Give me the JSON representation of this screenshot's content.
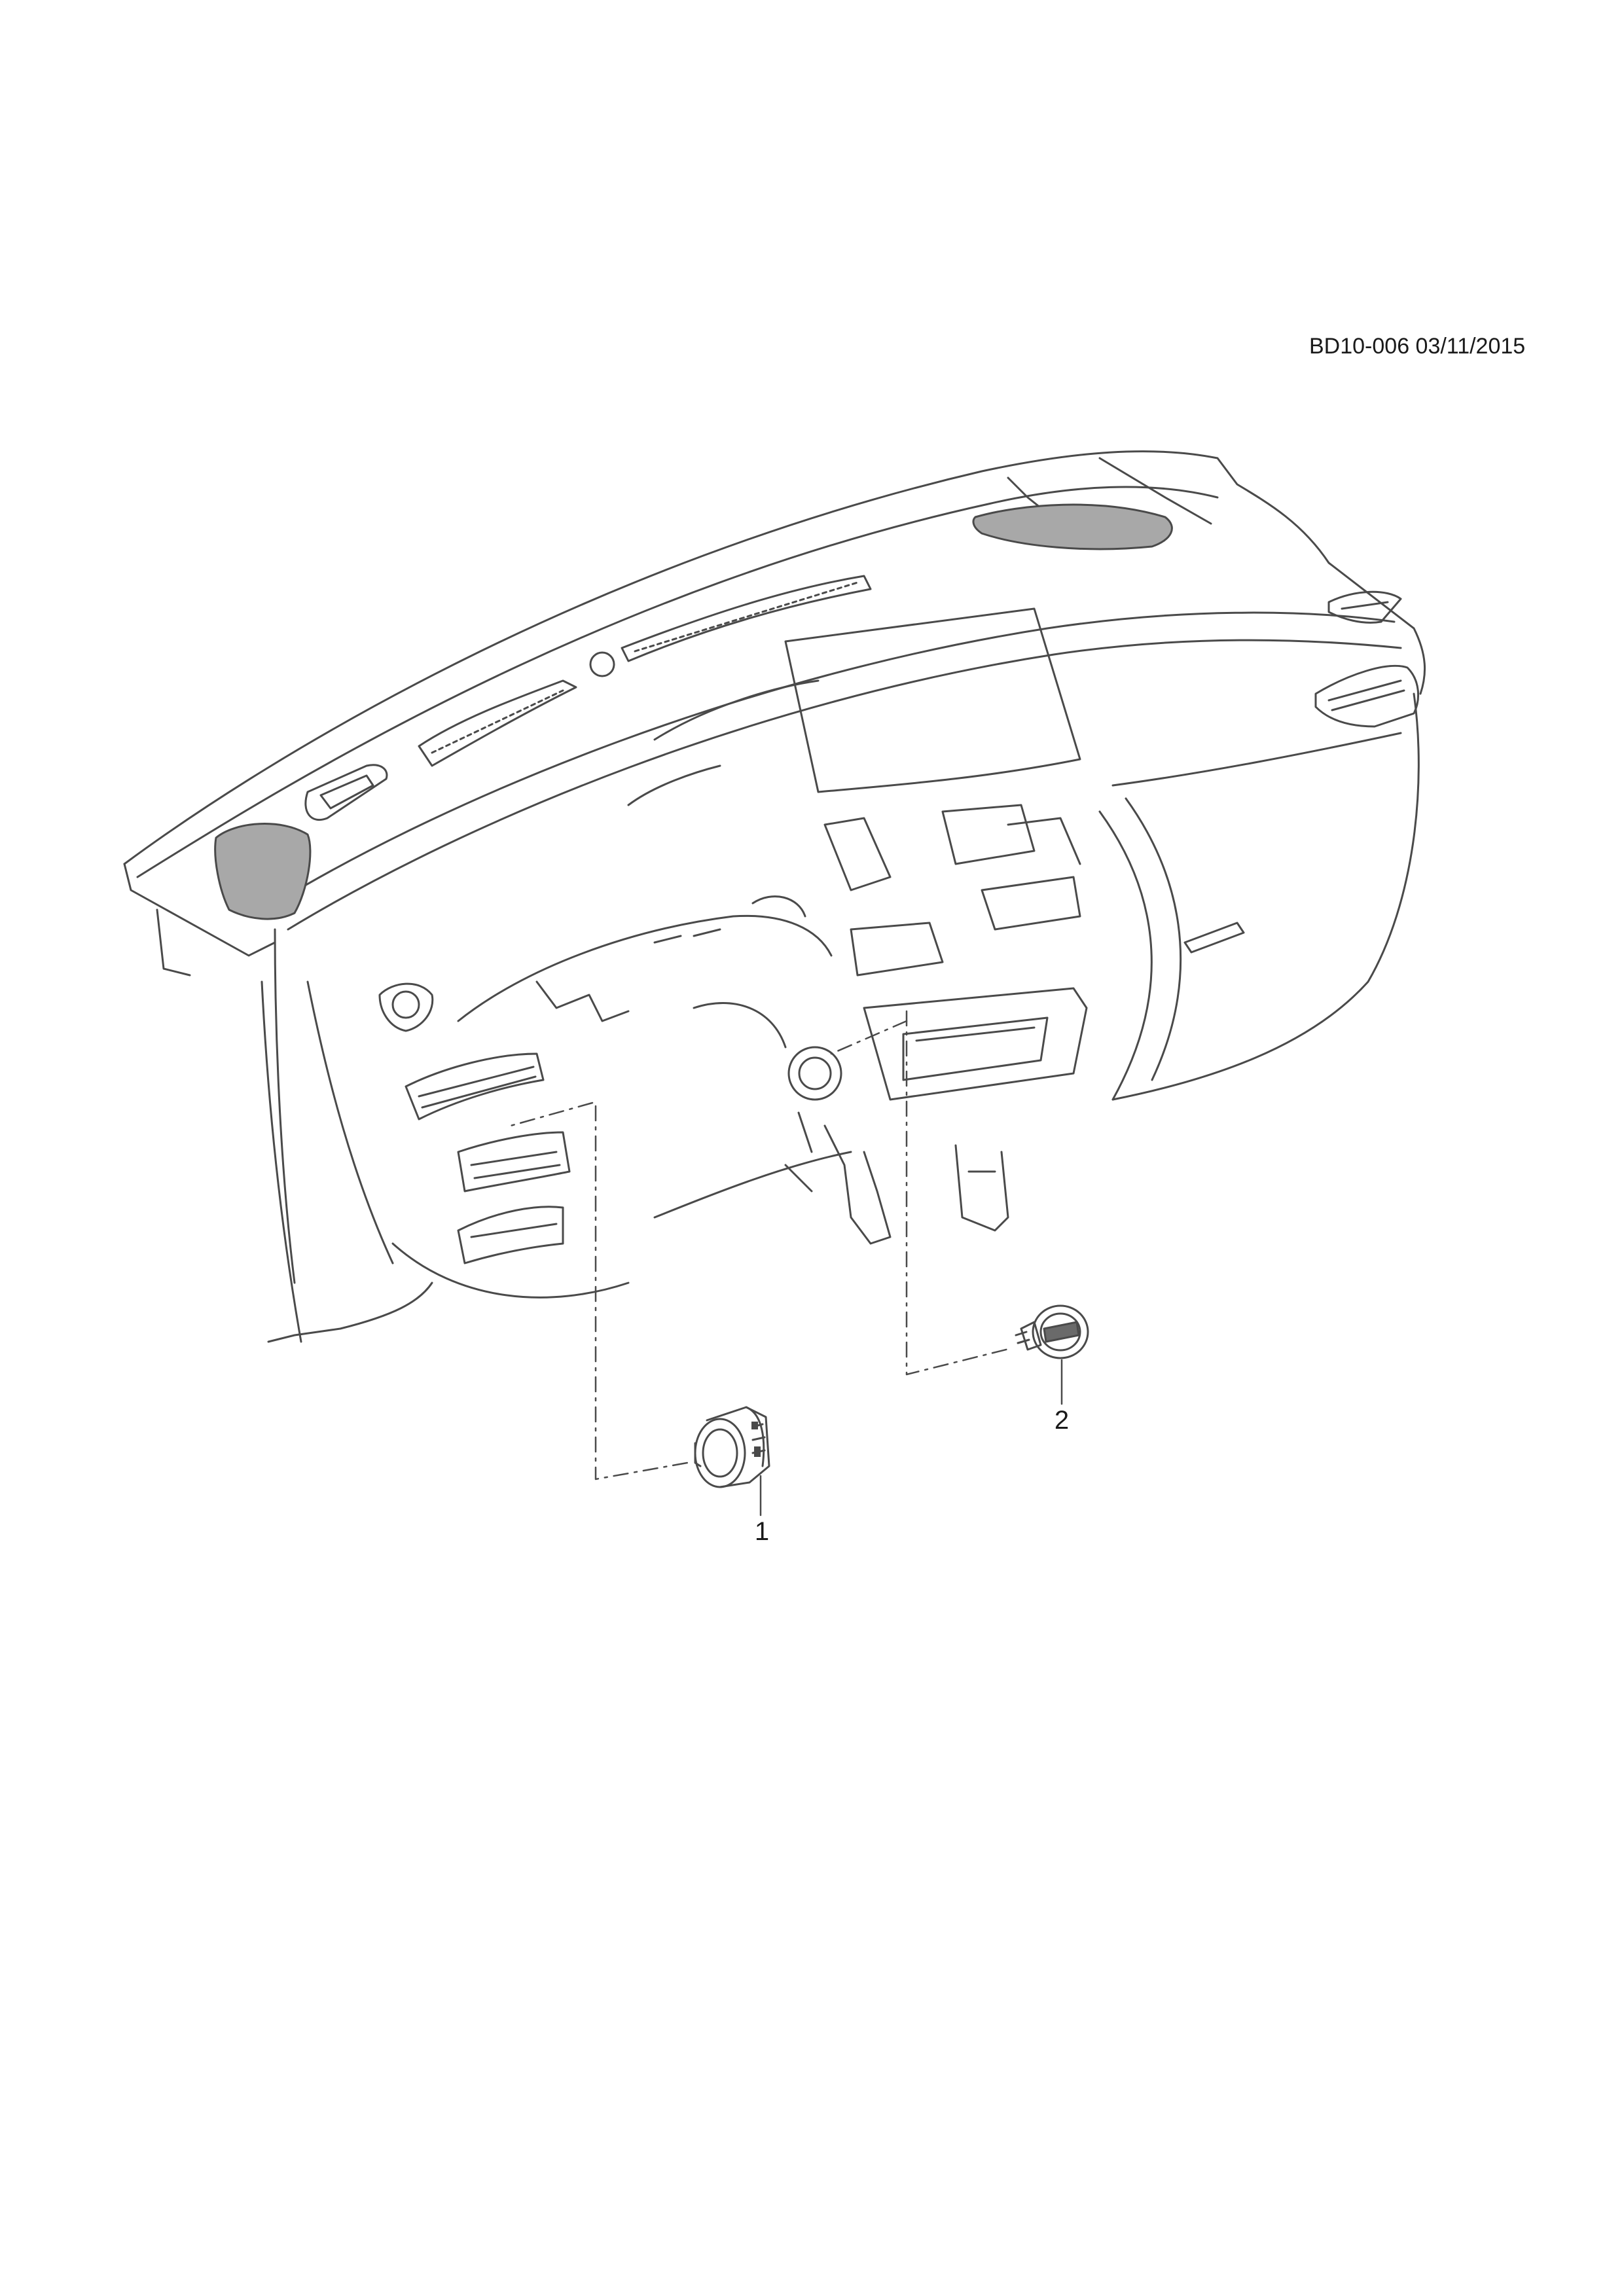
{
  "diagram": {
    "code": "BD10-006 03/11/2015",
    "callouts": [
      {
        "number": "1"
      },
      {
        "number": "2"
      }
    ]
  },
  "colors": {
    "line": "#4a4a4a",
    "shade": "#a8a8a8"
  }
}
